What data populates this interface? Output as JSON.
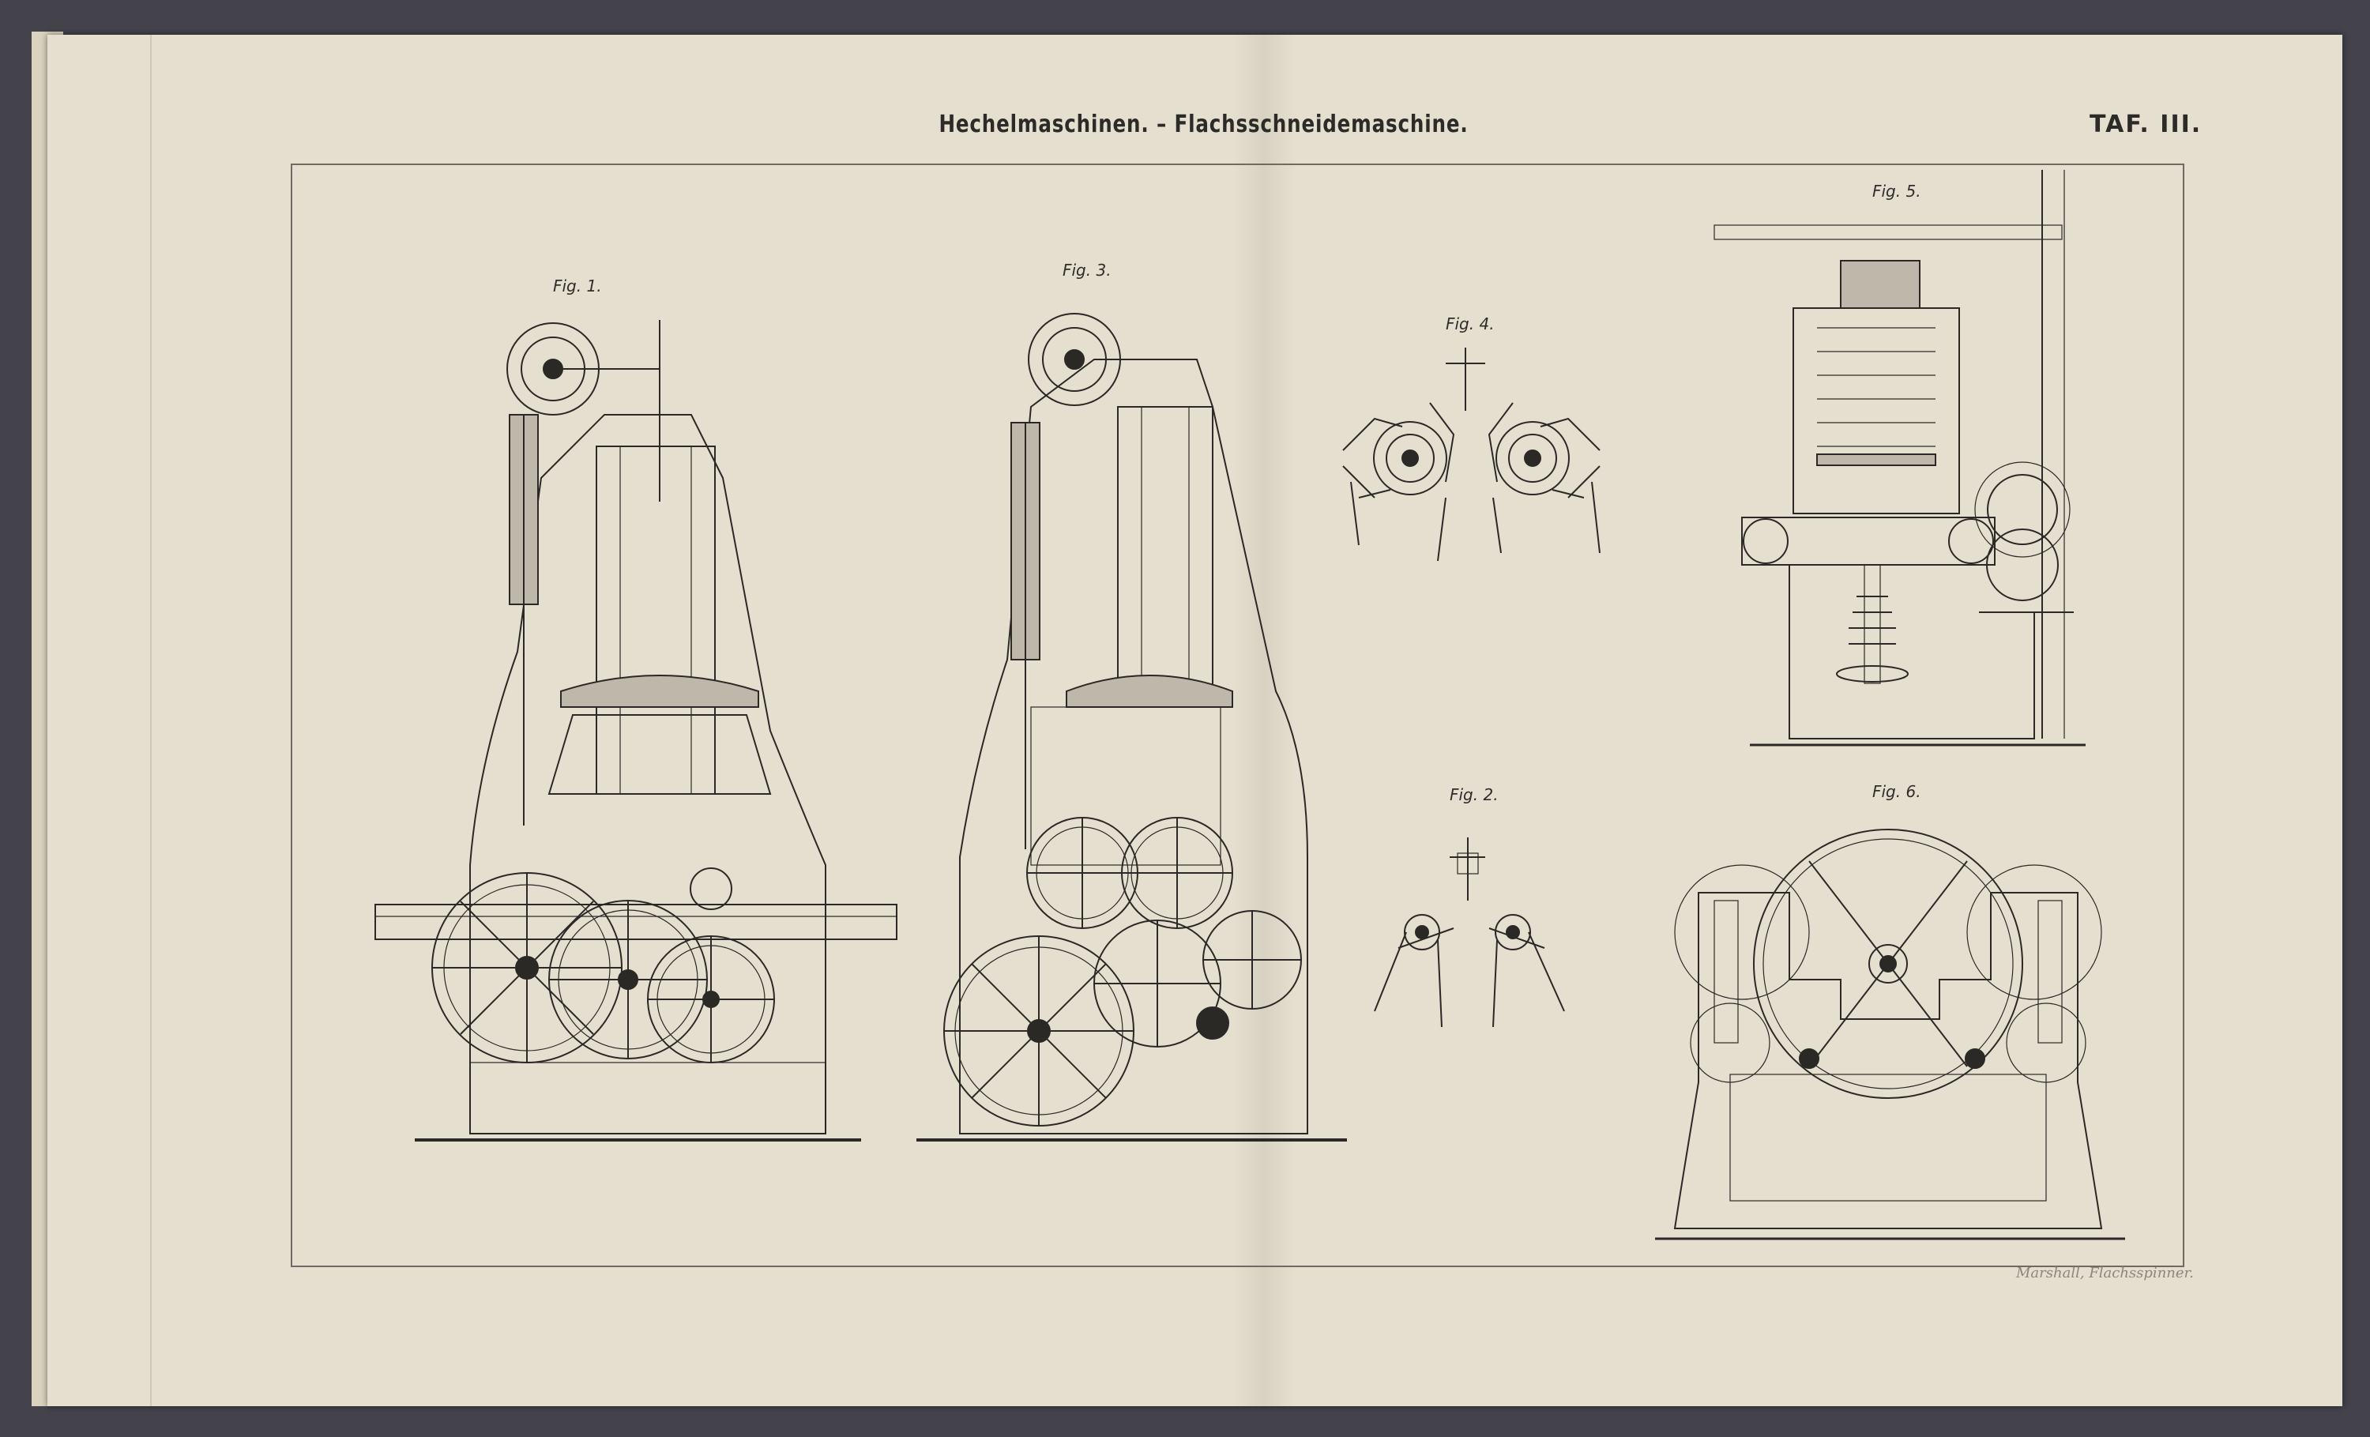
{
  "plate": {
    "title": "Hechelmaschinen. – Flachsschneidemaschine.",
    "plate_number": "TAF. III.",
    "credit": "Marshall, Flachsspinner."
  },
  "figures": {
    "fig1": "Fig. 1.",
    "fig2": "Fig. 2.",
    "fig3": "Fig. 3.",
    "fig4": "Fig. 4.",
    "fig5": "Fig. 5.",
    "fig6": "Fig. 6."
  },
  "colors": {
    "paper": "#e4dfce",
    "ink": "#2b2926",
    "cover": "#44424a"
  }
}
